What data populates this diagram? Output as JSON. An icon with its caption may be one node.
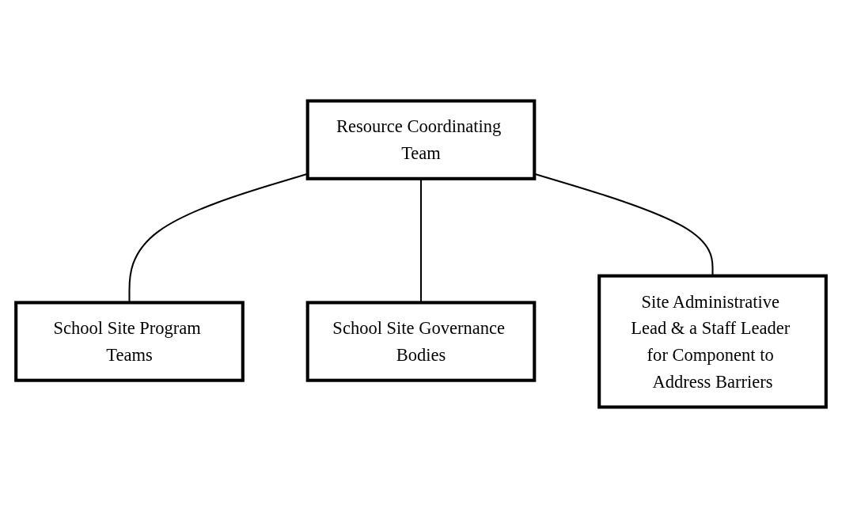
{
  "diagram": {
    "nodes": [
      {
        "text": [
          "Resource Coordinating Team"
        ]
      },
      {
        "text": [
          "School Site Program Teams"
        ]
      },
      {
        "text": [
          "School Site Governance Bodies"
        ]
      },
      {
        "text": [
          "Site Administrative Lead & a Staff Leader for Component to Address Barriers"
        ]
      }
    ],
    "edges": [
      {
        "from": 0,
        "to": 1,
        "arrow": "none"
      },
      {
        "from": 0,
        "to": 2,
        "arrow": "none"
      },
      {
        "from": 0,
        "to": 3,
        "arrow": "none"
      }
    ]
  }
}
